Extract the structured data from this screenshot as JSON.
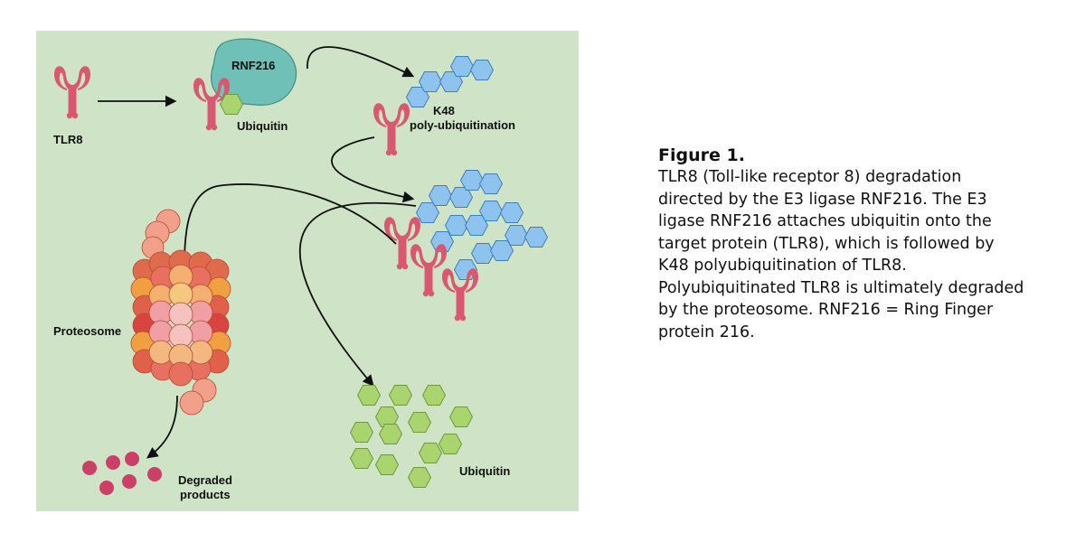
{
  "labels": {
    "tlr8": "TLR8",
    "rnf216": "RNF216",
    "ubiquitin_small": "Ubiquitin",
    "k48_line1": "K48",
    "k48_line2": "poly-ubiquitination",
    "proteosome": "Proteosome",
    "degraded_line1": "Degraded",
    "degraded_line2": "products",
    "ubiquitin_pool": "Ubiquitin"
  },
  "caption": {
    "title": "Figure 1.",
    "body": "TLR8 (Toll-like receptor 8) degradation directed by the E3 ligase RNF216. The E3 ligase RNF216 attaches ubiquitin onto the target protein (TLR8), which is followed by K48 polyubiquitination of TLR8. Polyubiquitinated TLR8 is ultimately degraded by the proteosome. RNF216 = Ring Finger protein 216."
  },
  "colors": {
    "panel_bg": "#cfe3c6",
    "receptor": "#d9586f",
    "rnf216": "#6fc1b8",
    "ubiquitin_green": "#a9d46e",
    "poly_ubiquitin_blue": "#8ec2ef",
    "degraded_dot": "#cc3f66"
  }
}
